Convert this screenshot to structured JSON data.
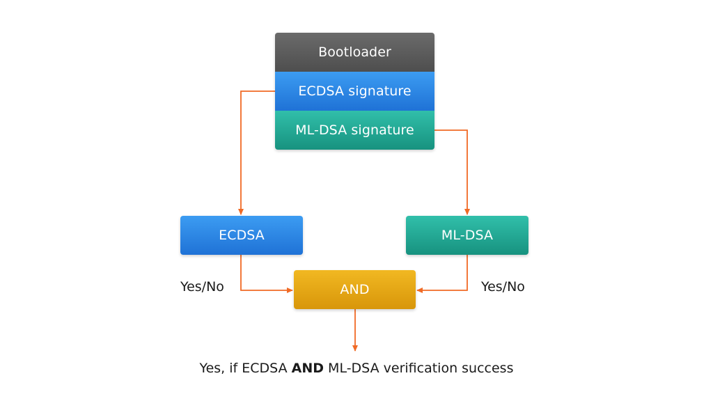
{
  "nodes": {
    "bootloader": "Bootloader",
    "ecdsa_signature": "ECDSA signature",
    "mldsa_signature": "ML-DSA signature",
    "ecdsa": "ECDSA",
    "mldsa": "ML-DSA",
    "and": "AND"
  },
  "edge_labels": {
    "left": "Yes/No",
    "right": "Yes/No"
  },
  "caption": {
    "prefix": "Yes, if ECDSA ",
    "emphasis": "AND",
    "suffix": " ML-DSA verification success"
  },
  "colors": {
    "arrow": "#f06a25",
    "bootloader": "#5a5a5a",
    "ecdsa": "#2b85e6",
    "mldsa": "#22a893",
    "and": "#e6a615"
  }
}
